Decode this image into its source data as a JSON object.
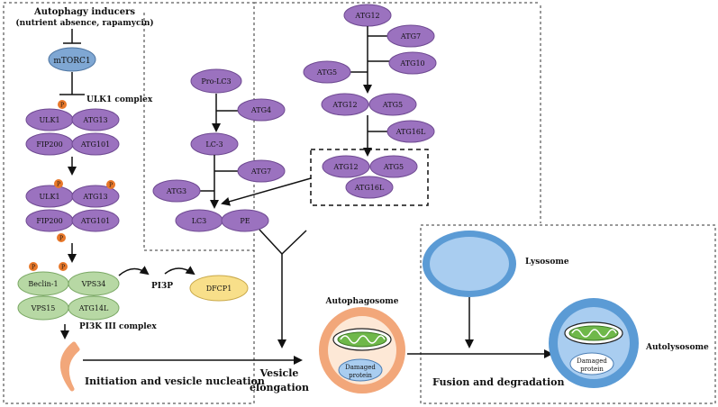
{
  "inducers": {
    "line1": "Autophagy inducers",
    "line2": "(nutrient absence, rapamycin)"
  },
  "mtorc1": "mTORC1",
  "ulk1_complex_label": "ULK1 complex",
  "ulk_complex": {
    "ulk1": "ULK1",
    "atg13": "ATG13",
    "fip200": "FIP200",
    "atg101": "ATG101"
  },
  "phospho_label": "P",
  "pi3k": {
    "beclin": "Beclin-1",
    "vps34": "VPS34",
    "vps15": "VPS15",
    "atg14l": "ATG14L",
    "complex_label": "PI3K III complex"
  },
  "pi3p": "PI3P",
  "dfcp1": "DFCP1",
  "lc3_pathway": {
    "pro_lc3": "Pro-LC3",
    "atg4": "ATG4",
    "lc3_intermediate": "LC-3",
    "atg7": "ATG7",
    "atg3": "ATG3",
    "lc3": "LC3",
    "pe": "PE"
  },
  "atg12_pathway": {
    "atg12": "ATG12",
    "atg7": "ATG7",
    "atg10": "ATG10",
    "atg5": "ATG5",
    "atg16l": "ATG16L"
  },
  "stages": {
    "initiation": "Initiation and vesicle nucleation",
    "elongation_line1": "Vesicle",
    "elongation_line2": "elongation",
    "fusion": "Fusion and degradation"
  },
  "autophagosome": "Autophagosome",
  "lysosome": "Lysosome",
  "autolysosome": "Autolysosome",
  "damaged_line1": "Damaged",
  "damaged_line2": "protein",
  "colors": {
    "purple": "#9b72bf",
    "purple_stroke": "#6f4a92",
    "green": "#b7d8a4",
    "green_stroke": "#7aa864",
    "blue_node": "#7fa7d3",
    "orange": "#e8782a",
    "yellow": "#f8df8a",
    "autophagosome_outer": "#f2a77a",
    "lysosome_outer": "#5b9bd5",
    "lysosome_inner": "#a9cdf0",
    "mito_green": "#6fb84a"
  }
}
